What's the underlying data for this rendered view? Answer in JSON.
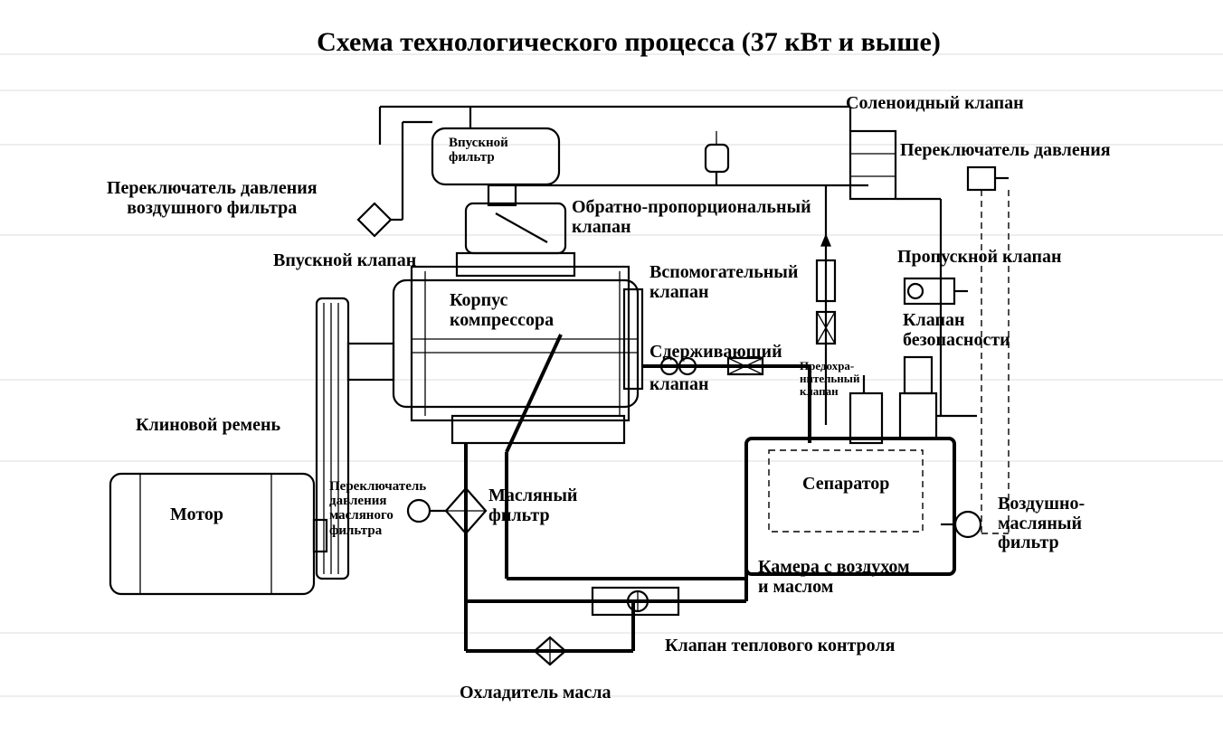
{
  "title": "Схема технологического процесса (37 кВт и выше)",
  "labels": {
    "intake_filter": [
      "Впускной",
      "фильтр"
    ],
    "solenoid_valve": "Соленоидный клапан",
    "pressure_switch": "Переключатель давления",
    "air_filter_pressure_switch": [
      "Переключатель давления",
      "воздушного фильтра"
    ],
    "back_proportional_valve": [
      "Обратно-пропорциональный",
      "клапан"
    ],
    "intake_valve": "Впускной клапан",
    "bypass_valve": "Пропускной клапан",
    "auxiliary_valve": [
      "Вспомогательный",
      "клапан"
    ],
    "compressor_body": [
      "Корпус",
      "компрессора"
    ],
    "safety_valve": [
      "Клапан",
      "безопасности"
    ],
    "check_valve": [
      "Сдерживающий",
      "клапан"
    ],
    "fuse_valve": [
      "Предохра-",
      "нительный",
      "клапан"
    ],
    "v_belt": "Клиновой ремень",
    "motor": "Мотор",
    "oil_filter_pressure_switch": [
      "Переключатель",
      "давления",
      "масляного",
      "фильтра"
    ],
    "oil_filter": [
      "Масляный",
      "фильтр"
    ],
    "separator": "Сепаратор",
    "air_oil_filter": [
      "Воздушно-",
      "масляный",
      "фильтр"
    ],
    "air_oil_chamber": [
      "Камера с воздухом",
      "и маслом"
    ],
    "thermal_valve": "Клапан теплового контроля",
    "oil_cooler": "Охладитель масла"
  }
}
